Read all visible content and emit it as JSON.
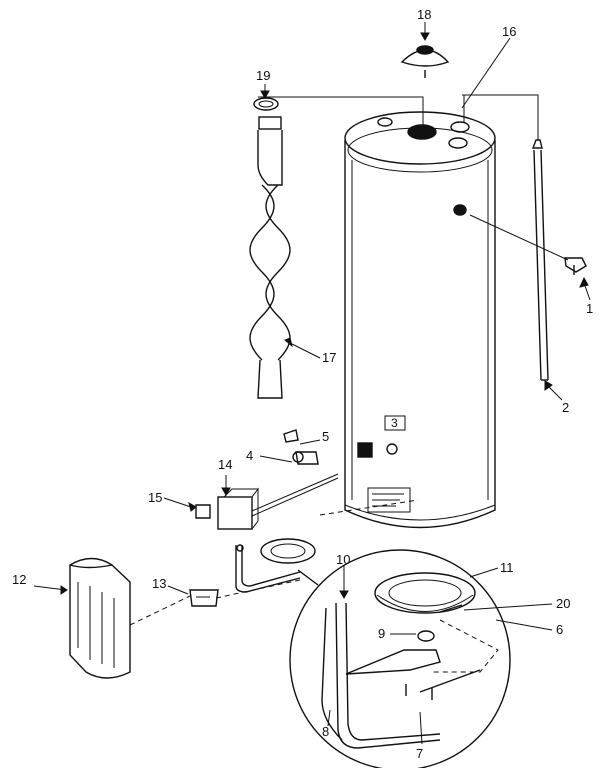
{
  "diagram": {
    "callouts": [
      "1",
      "2",
      "3",
      "4",
      "5",
      "6",
      "7",
      "8",
      "9",
      "10",
      "11",
      "12",
      "13",
      "14",
      "15",
      "16",
      "17",
      "18",
      "19",
      "20"
    ]
  },
  "colors": {
    "ink": "#111111",
    "paper": "#ffffff"
  }
}
